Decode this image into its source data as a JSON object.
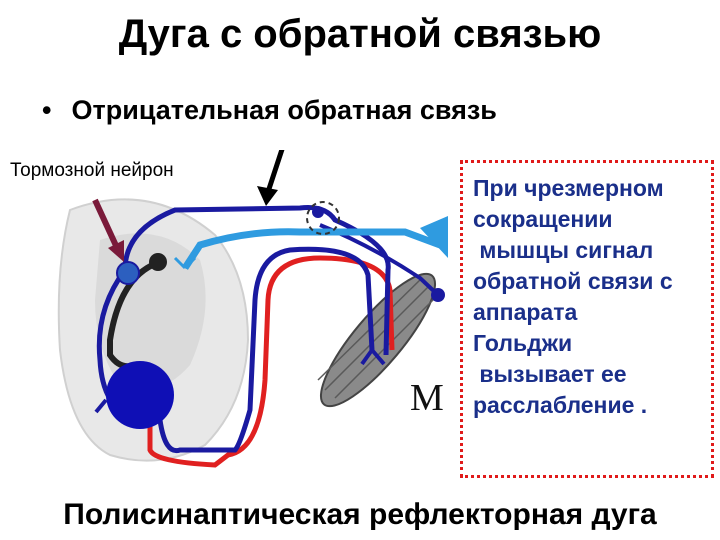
{
  "title": "Дуга с обратной связью",
  "bullet": "Отрицательная обратная связь",
  "inhibitory_label": "Тормозной нейрон",
  "muscle_label": "M",
  "info_lines": [
    "При чрезмерном",
    "сокращении",
    " мышцы сигнал",
    "обратной связи с",
    "аппарата",
    "Гольджи",
    " вызывает ее",
    "расслабление ."
  ],
  "caption": "Полисинаптическая рефлекторная дуга",
  "colors": {
    "sensory_pathway": "#1a1aa0",
    "feedback_pathway": "#2f9be0",
    "motor_pathway": "#e02020",
    "inhibitory_neuron": "#222222",
    "dotted_frame": "#e01a1a",
    "info_text": "#1a2f8a"
  }
}
